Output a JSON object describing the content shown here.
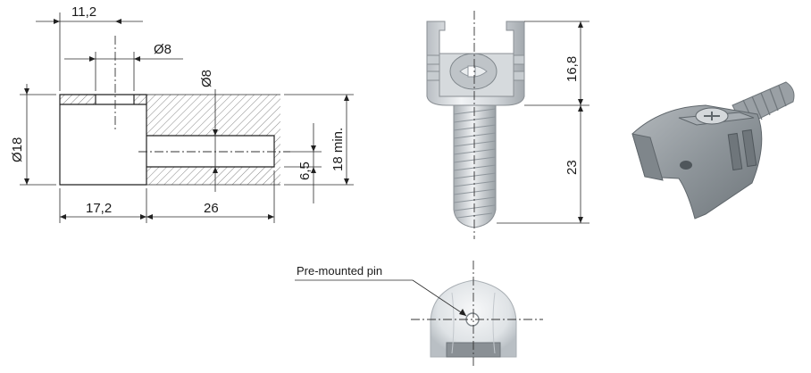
{
  "section_view": {
    "dim_top_offset": "11,2",
    "dim_pin_dia": "Ø8",
    "dim_bore_dia": "Ø8",
    "dim_overall_dia": "Ø18",
    "dim_length_left": "17,2",
    "dim_length_right": "26",
    "dim_offset_height": "6,5",
    "dim_min_height": "18 min."
  },
  "side_view": {
    "dim_head_height": "16,8",
    "dim_thread_length": "23"
  },
  "bottom_view": {
    "callout_label": "Pre-mounted pin"
  },
  "colors": {
    "line": "#2a2a2a",
    "metal_light": "#e4e7ea",
    "metal_mid": "#c3c8cd",
    "metal_dark": "#8f969c",
    "render_grey": "#9ea4a9"
  }
}
